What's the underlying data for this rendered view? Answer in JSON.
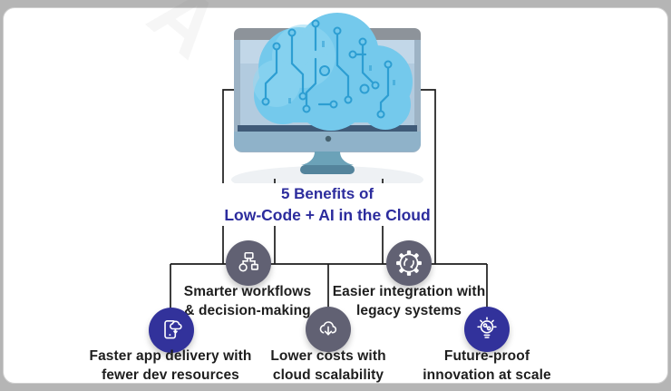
{
  "frame": {
    "background": "#b5b5b5",
    "card_bg": "#ffffff"
  },
  "watermark": {
    "letters": "A N"
  },
  "title": {
    "line1": "5 Benefits of",
    "line2": "Low-Code + AI in the Cloud",
    "color": "#2c2c9d"
  },
  "illustration": {
    "name": "monitor-with-ai-circuit-cloud",
    "monitor_frame_color": "#9db3c5",
    "screen_color": "#b2cbdf",
    "cloud_color": "#74c9ec",
    "circuit_color": "#2d9ed2",
    "connector_line_color": "#1c1c1c"
  },
  "benefits": [
    {
      "icon": "workflow-icon",
      "icon_color": "#616173",
      "line1": "Smarter workflows",
      "line2": "& decision-making"
    },
    {
      "icon": "gear-sync-icon",
      "icon_color": "#616173",
      "line1": "Easier integration with",
      "line2": "legacy systems"
    },
    {
      "icon": "phone-cloud-deploy-icon",
      "icon_color": "#32329b",
      "line1": "Faster app delivery with",
      "line2": "fewer dev resources"
    },
    {
      "icon": "cloud-download-icon",
      "icon_color": "#616173",
      "line1": "Lower costs with",
      "line2": "cloud scalability"
    },
    {
      "icon": "lightbulb-network-icon",
      "icon_color": "#32329b",
      "line1": "Future-proof",
      "line2": "innovation at scale"
    }
  ]
}
